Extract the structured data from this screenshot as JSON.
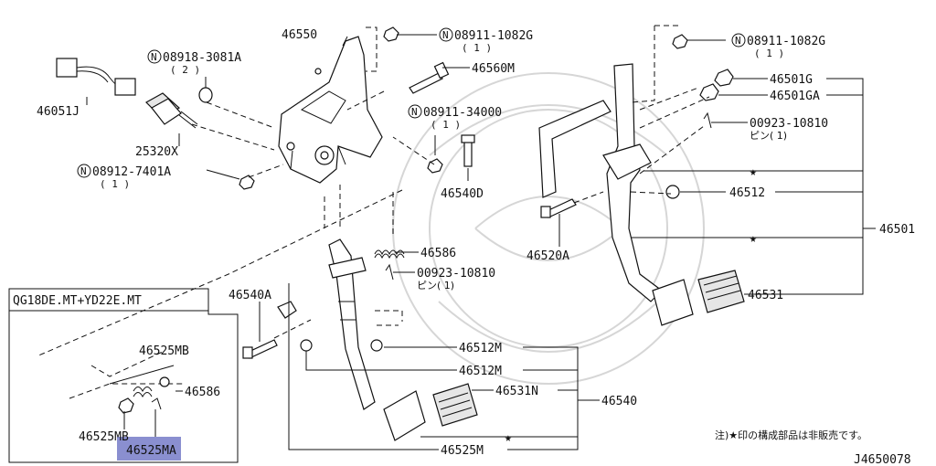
{
  "diagram": {
    "labels": {
      "p46550": "46550",
      "p08911_1082G_a": "08911-1082G",
      "p08911_1082G_a_qty": "( 1 )",
      "p08911_1082G_b": "08911-1082G",
      "p08911_1082G_b_qty": "( 1 )",
      "p08918_3081A": "08918-3081A",
      "p08918_3081A_qty": "( 2 )",
      "p46560M": "46560M",
      "p46051J": "46051J",
      "p08911_34000": "08911-34000",
      "p08911_34000_qty": "( 1 )",
      "p25320X": "25320X",
      "p08912_7401A": "08912-7401A",
      "p08912_7401A_qty": "( 1 )",
      "p46540D": "46540D",
      "p46501G": "46501G",
      "p46501GA": "46501GA",
      "p00923_10810_a": "00923-10810",
      "p00923_10810_a_sub": "ピン( 1)",
      "p46512": "46512",
      "p46501": "46501",
      "p46520A": "46520A",
      "p46586": "46586",
      "p00923_10810_b": "00923-10810",
      "p00923_10810_b_sub": "ピン( 1)",
      "p46540A": "46540A",
      "p46531": "46531",
      "p46512M_a": "46512M",
      "p46512M_b": "46512M",
      "p46531N": "46531N",
      "p46540": "46540",
      "p46525M": "46525M",
      "inset_title": "QG18DE.MT+YD22E.MT",
      "inset_46525MB_a": "46525MB",
      "inset_46586": "46586",
      "inset_46525MB_b": "46525MB",
      "inset_46525MA": "46525MA",
      "note": "注)★印の構成部品は非販売です。",
      "diagram_id": "J4650078",
      "n_marker": "N"
    },
    "colors": {
      "highlight": "#8a8fd0",
      "ink": "#111111"
    }
  }
}
